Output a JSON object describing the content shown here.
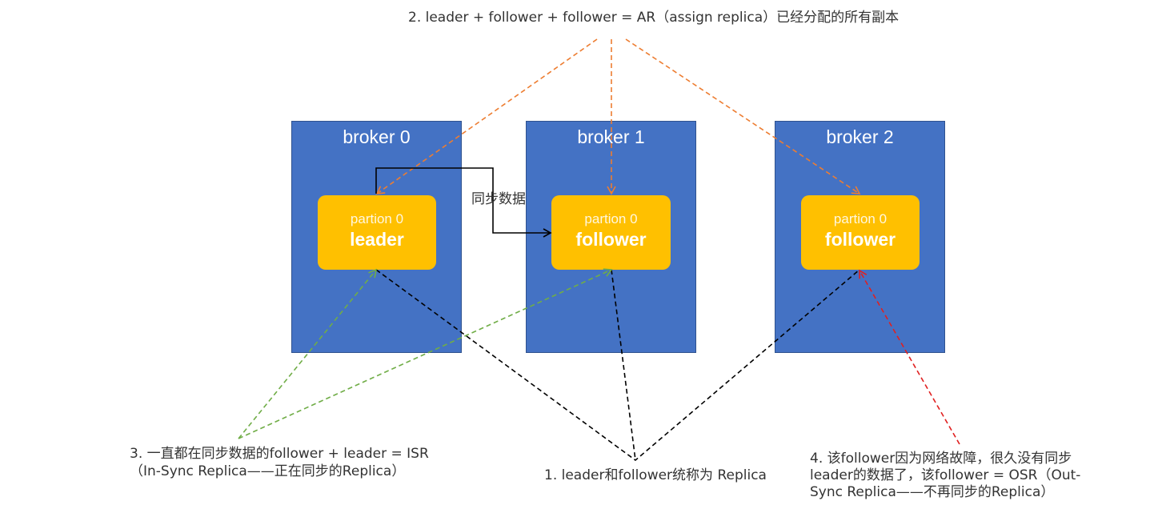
{
  "notes": {
    "ar": "2. leader + follower + follower = AR（assign replica）已经分配的所有副本",
    "replica": "1. leader和follower统称为 Replica",
    "isr_line1": "3. 一直都在同步数据的follower + leader = ISR",
    "isr_line2": "（In-Sync Replica——正在同步的Replica）",
    "osr_line1": "4. 该follower因为网络故障，很久没有同步",
    "osr_line2": "leader的数据了，该follower = OSR（Out-",
    "osr_line3": "Sync Replica——不再同步的Replica）",
    "sync": "同步数据"
  },
  "brokers": [
    {
      "title": "broker 0",
      "partition": {
        "name": "partion 0",
        "role": "leader"
      }
    },
    {
      "title": "broker 1",
      "partition": {
        "name": "partion 0",
        "role": "follower"
      }
    },
    {
      "title": "broker 2",
      "partition": {
        "name": "partion 0",
        "role": "follower"
      }
    }
  ],
  "colors": {
    "broker_fill": "#4472c4",
    "partition_fill": "#ffc000",
    "ar_arrows": "#ed7d31",
    "isr_arrows": "#70ad47",
    "osr_arrow": "#e02020",
    "replica_lines": "#000000",
    "sync_arrow": "#000000"
  }
}
